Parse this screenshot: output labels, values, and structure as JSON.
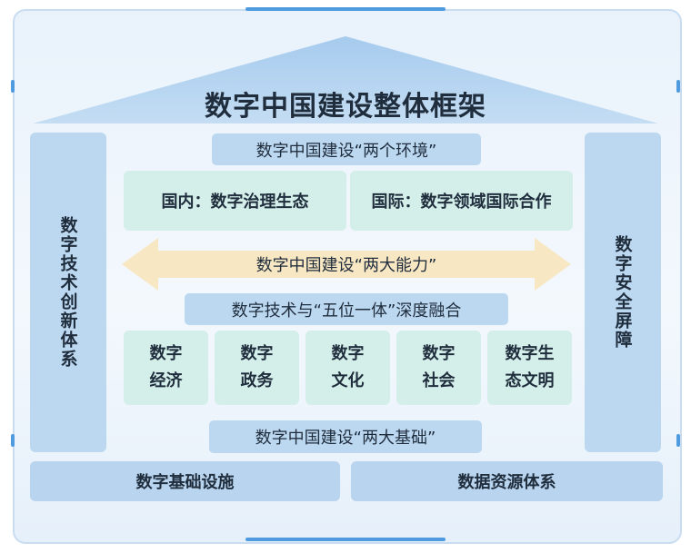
{
  "title": "数字中国建设整体框架",
  "left_pillar": "数字技术创新体系",
  "right_pillar": "数字安全屏障",
  "environments_bar": "数字中国建设“两个环境”",
  "environments": [
    "国内：数字治理生态",
    "国际：数字领域国际合作"
  ],
  "capabilities_arrow": "数字中国建设“两大能力”",
  "integration_bar": "数字技术与“五位一体”深度融合",
  "five_areas": [
    {
      "line1": "数字",
      "line2": "经济"
    },
    {
      "line1": "数字",
      "line2": "政务"
    },
    {
      "line1": "数字",
      "line2": "文化"
    },
    {
      "line1": "数字",
      "line2": "社会"
    },
    {
      "line1": "数字生",
      "line2": "态文明"
    }
  ],
  "foundations_bar": "数字中国建设“两大基础”",
  "foundations": [
    "数字基础设施",
    "数据资源体系"
  ],
  "colors": {
    "pillar": "#bcd8f1",
    "cell": "#d4efe9",
    "arrow": "#f8e7c3",
    "accent": "#4f9be0"
  }
}
